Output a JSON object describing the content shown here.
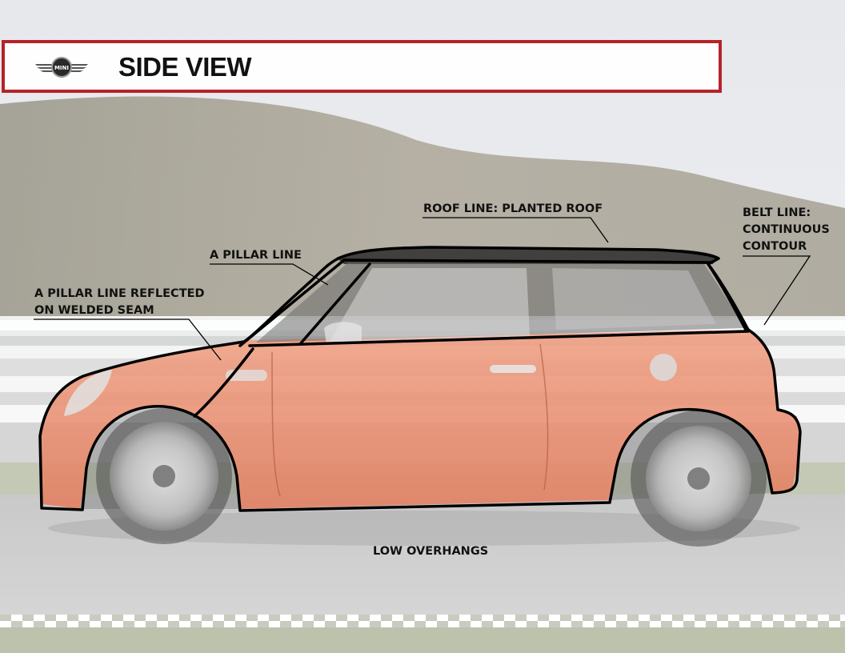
{
  "header": {
    "title": "SIDE VIEW",
    "logo_text": "MINI",
    "accent_color": "#b5232b"
  },
  "annotations": {
    "roof_line": "ROOF LINE: PLANTED ROOF",
    "a_pillar_line": "A PILLAR LINE",
    "a_pillar_reflected": [
      "A PILLAR LINE REFLECTED",
      "ON WELDED SEAM"
    ],
    "belt_line": [
      "BELT LINE:",
      "CONTINUOUS",
      "CONTOUR"
    ],
    "low_overhangs": "LOW OVERHANGS"
  },
  "colors": {
    "car_body": "#e98a6c",
    "roof": "#2a2a2a",
    "outline": "#000000"
  }
}
